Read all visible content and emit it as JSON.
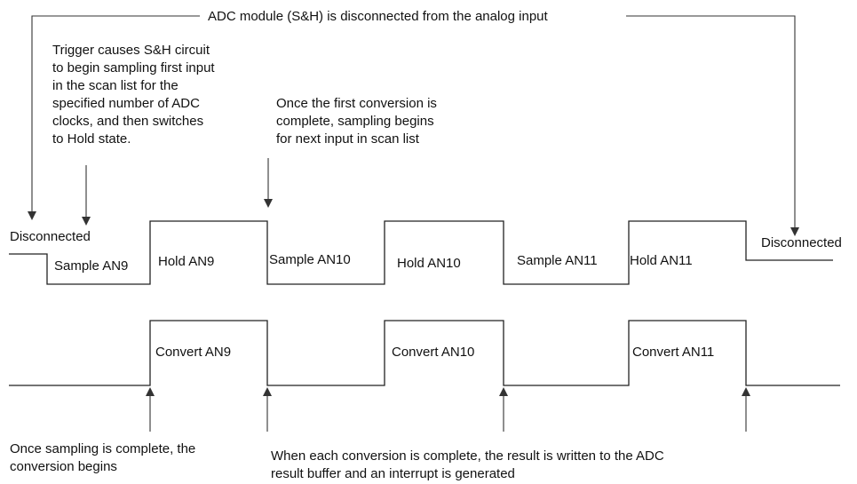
{
  "top_banner": "ADC module (S&H) is disconnected from the analog input",
  "trigger_note": [
    "Trigger causes S&H circuit",
    "to begin sampling first input",
    "in the scan list for the",
    "specified number of ADC",
    "clocks, and then switches",
    "to Hold state."
  ],
  "first_conversion_note": [
    "Once the first conversion is",
    "complete, sampling begins",
    "for next input in scan list"
  ],
  "sh_states": {
    "disconnected_left": "Disconnected",
    "sample_an9": "Sample AN9",
    "hold_an9": "Hold AN9",
    "sample_an10": "Sample AN10",
    "hold_an10": "Hold AN10",
    "sample_an11": "Sample AN11",
    "hold_an11": "Hold AN11",
    "disconnected_right": "Disconnected"
  },
  "conversions": {
    "convert_an9": "Convert AN9",
    "convert_an10": "Convert AN10",
    "convert_an11": "Convert AN11"
  },
  "sampling_complete_note": [
    "Once sampling is complete, the",
    "conversion begins"
  ],
  "result_note": [
    "When each conversion is complete, the result is written to the ADC",
    "result buffer and an interrupt is generated"
  ]
}
